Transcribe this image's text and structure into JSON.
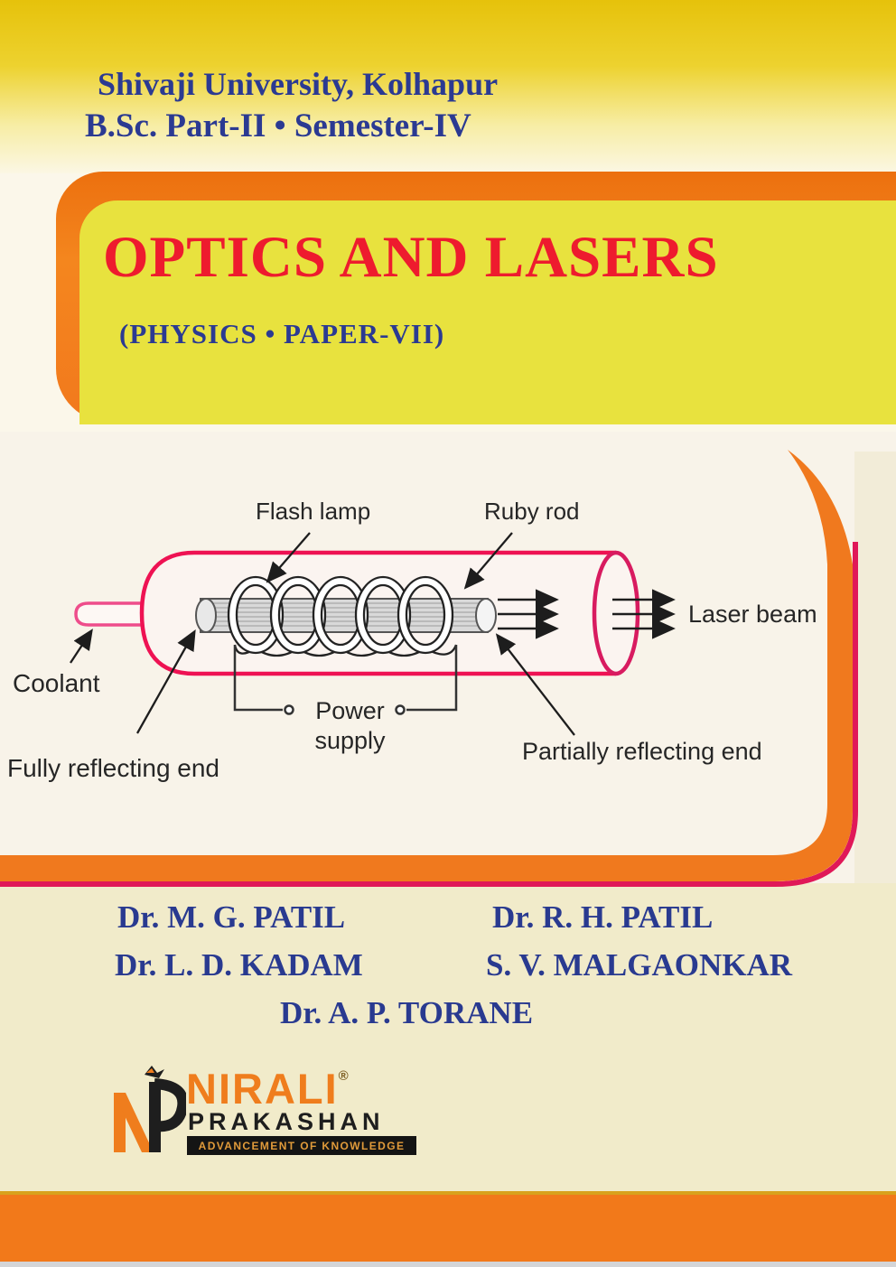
{
  "header": {
    "line1": "Shivaji University, Kolhapur",
    "line2": "B.Sc. Part-II • Semester-IV"
  },
  "title": {
    "main": "OPTICS AND LASERS",
    "subtitle": "(PHYSICS • PAPER-VII)"
  },
  "diagram": {
    "labels": {
      "flash_lamp": "Flash lamp",
      "ruby_rod": "Ruby rod",
      "laser_beam": "Laser beam",
      "coolant": "Coolant",
      "power_line1": "Power",
      "power_line2": "supply",
      "fully_reflecting": "Fully reflecting end",
      "partially_reflecting": "Partially reflecting end"
    }
  },
  "authors": {
    "row1_left": "Dr. M. G. PATIL",
    "row1_right": "Dr. R. H. PATIL",
    "row2_left": "Dr. L. D. KADAM",
    "row2_right": "S. V. MALGAONKAR",
    "row3_center": "Dr. A. P. TORANE"
  },
  "publisher": {
    "name": "NIRALI",
    "registered_mark": "®",
    "subname": "PRAKASHAN",
    "tagline": "ADVANCEMENT OF KNOWLEDGE"
  },
  "colors": {
    "accent_orange": "#f2791d",
    "title_yellow": "#e8e23e",
    "title_red": "#ee1b2e",
    "navy": "#2b3a92",
    "cylinder_crimson": "#ee1253",
    "band_gold": "#d9a21c"
  }
}
